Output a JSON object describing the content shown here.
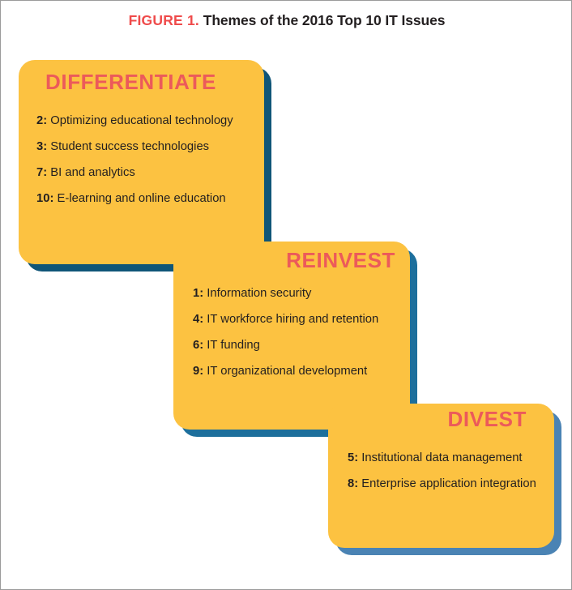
{
  "figure": {
    "label": "FIGURE 1.",
    "title": "Themes of the 2016 Top 10 IT Issues",
    "colors": {
      "card_fill": "#fcc241",
      "heading_text": "#ec5a5a",
      "label_red": "#ef4b4b",
      "body_text": "#231f20",
      "shadow_dark": "#0f5578",
      "shadow_mid": "#1d6f9c",
      "shadow_light": "#4a83b4",
      "frame_border": "#9b9b9b",
      "background": "#ffffff"
    }
  },
  "cards": [
    {
      "heading": "DIFFERENTIATE",
      "items": [
        {
          "num": "2:",
          "text": "Optimizing educational technology"
        },
        {
          "num": "3:",
          "text": "Student success technologies"
        },
        {
          "num": "7:",
          "text": "BI and analytics"
        },
        {
          "num": "10:",
          "text": "E-learning and online education"
        }
      ]
    },
    {
      "heading": "REINVEST",
      "items": [
        {
          "num": "1:",
          "text": "Information security"
        },
        {
          "num": "4:",
          "text": "IT workforce hiring and retention"
        },
        {
          "num": "6:",
          "text": "IT funding"
        },
        {
          "num": "9:",
          "text": "IT organizational development"
        }
      ]
    },
    {
      "heading": "DIVEST",
      "items": [
        {
          "num": "5:",
          "text": "Institutional data management"
        },
        {
          "num": "8:",
          "text": "Enterprise application integration"
        }
      ]
    }
  ]
}
